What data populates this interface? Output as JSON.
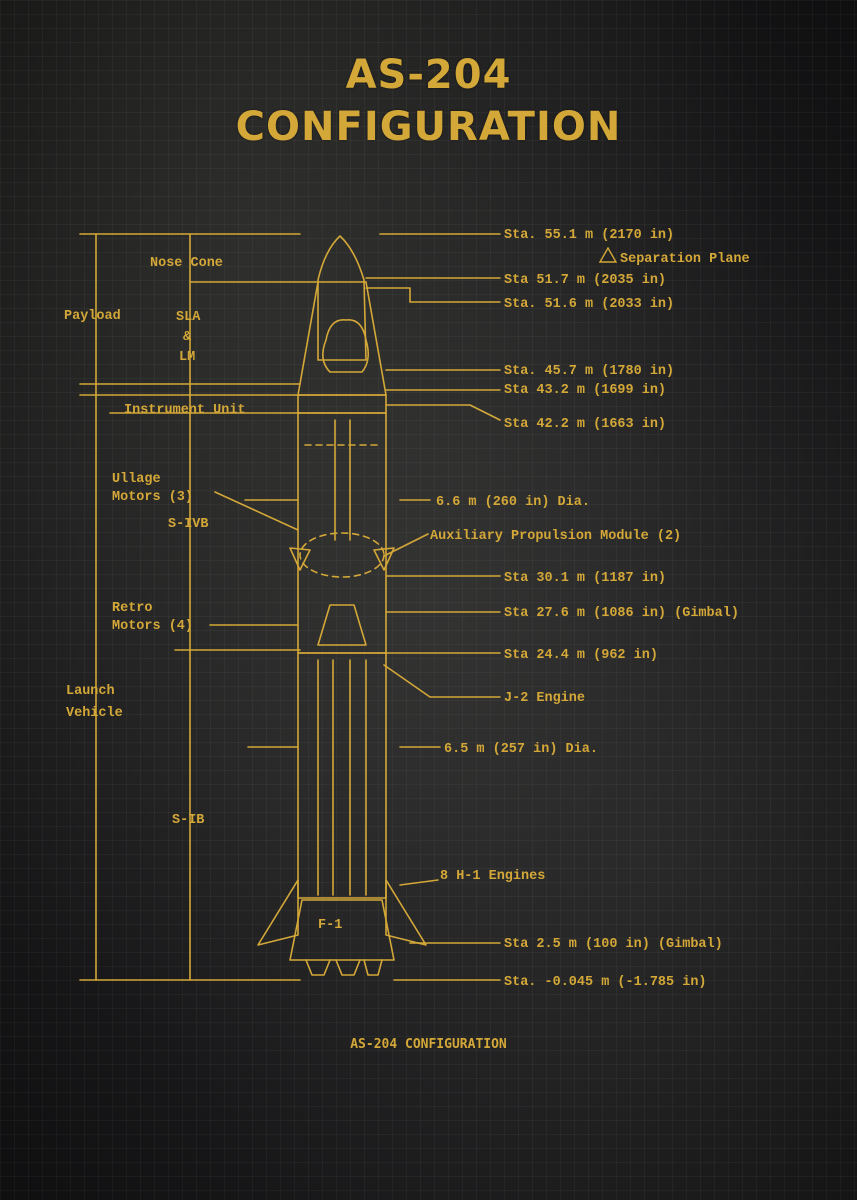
{
  "title_line1": "AS-204",
  "title_line2": "CONFIGURATION",
  "caption": "AS-204 CONFIGURATION",
  "colors": {
    "accent": "#d4a838",
    "background": "#1c1c1e"
  },
  "stations": [
    "Sta. 55.1 m (2170 in)",
    "Separation Plane",
    "Sta 51.7 m (2035 in)",
    "Sta. 51.6 m (2033 in)",
    "Sta. 45.7 m (1780 in)",
    "Sta 43.2 m (1699 in)",
    "Sta 42.2 m (1663 in)",
    "6.6 m (260 in) Dia.",
    "Auxiliary Propulsion Module (2)",
    "Sta 30.1 m (1187 in)",
    "Sta 27.6 m (1086 in) (Gimbal)",
    "Sta 24.4 m (962 in)",
    "J-2 Engine",
    "6.5 m (257 in) Dia.",
    "8 H-1 Engines",
    "Sta 2.5 m (100 in) (Gimbal)",
    "Sta. -0.045 m (-1.785 in)"
  ],
  "sections": {
    "nose_cone": "Nose Cone",
    "payload": "Payload",
    "sla_1": "SLA",
    "sla_2": "&",
    "sla_3": "LM",
    "instrument_unit": "Instrument Unit",
    "ullage_1": "Ullage",
    "ullage_2": "Motors (3)",
    "s_ivb": "S-IVB",
    "retro_1": "Retro",
    "retro_2": "Motors (4)",
    "launch_1": "Launch",
    "launch_2": "Vehicle",
    "s_ib": "S-IB"
  },
  "engine_marks": "F-1"
}
